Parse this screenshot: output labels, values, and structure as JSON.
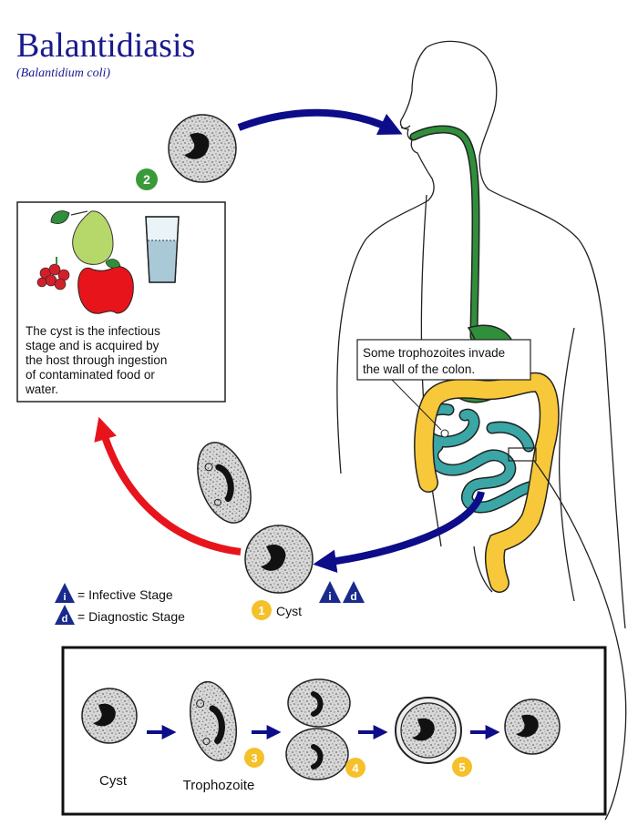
{
  "title": "Balantidiasis",
  "subtitle": "(Balantidium coli)",
  "step_numbers": [
    "1",
    "2",
    "3",
    "4",
    "5"
  ],
  "infection_box_text": [
    "The cyst is the infectious",
    "stage and is acquired by",
    "the host through ingestion",
    "of contaminated food or",
    "water."
  ],
  "colon_callout_text": [
    "Some trophozoites invade",
    "the wall of the colon."
  ],
  "cyst_label": "Cyst",
  "legend": {
    "infective_letter": "i",
    "infective_label": "= Infective Stage",
    "diagnostic_letter": "d",
    "diagnostic_label": "= Diagnostic Stage"
  },
  "lifecycle": {
    "cyst_label": "Cyst",
    "trophozoite_label": "Trophozoite"
  },
  "colors": {
    "title": "#1a1a8c",
    "blue_arrow": "#0d0d8a",
    "red_arrow": "#e8141c",
    "step_green": "#3a9a3a",
    "step_yellow": "#f5c02a",
    "gut_green": "#2f8f3a",
    "colon_yellow": "#f7c83a",
    "intestine_teal": "#3aa6a6",
    "legend_triangle": "#1a2a8c"
  }
}
